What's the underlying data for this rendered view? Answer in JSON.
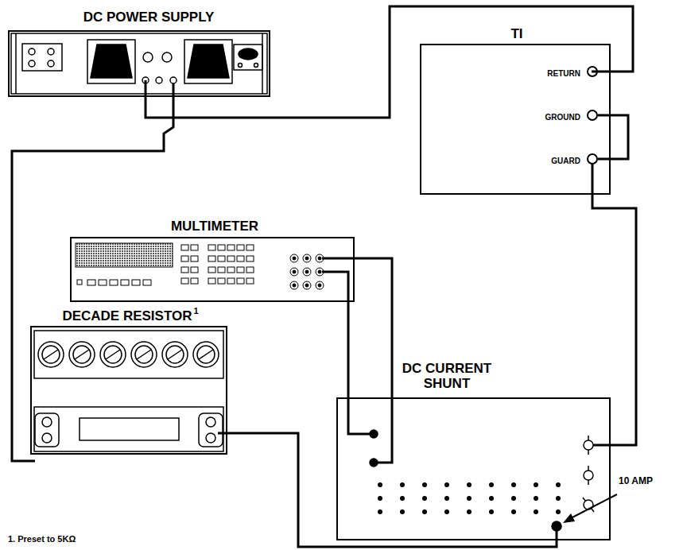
{
  "diagram": {
    "nodes": [
      {
        "text": [
          "DC POWER SUPPLY"
        ]
      },
      {
        "text": [
          "TI",
          "RETURN",
          "GROUND",
          "GUARD"
        ]
      },
      {
        "text": [
          "MULTIMETER"
        ]
      },
      {
        "text": [
          "DECADE RESISTOR",
          "1"
        ]
      },
      {
        "text": [
          "DC CURRENT SHUNT"
        ]
      }
    ],
    "edges": [
      {
        "from": 0,
        "to": 1,
        "arrow": "none"
      },
      {
        "from": 1,
        "to": 4,
        "arrow": "none"
      },
      {
        "from": 2,
        "to": 4,
        "arrow": "none"
      },
      {
        "from": 2,
        "to": 4,
        "arrow": "none"
      },
      {
        "from": 0,
        "to": 3,
        "arrow": "none"
      },
      {
        "from": 3,
        "to": 4,
        "arrow": "none"
      }
    ],
    "labels": [
      "10 AMP",
      "1. Preset to 5KΩ"
    ]
  }
}
